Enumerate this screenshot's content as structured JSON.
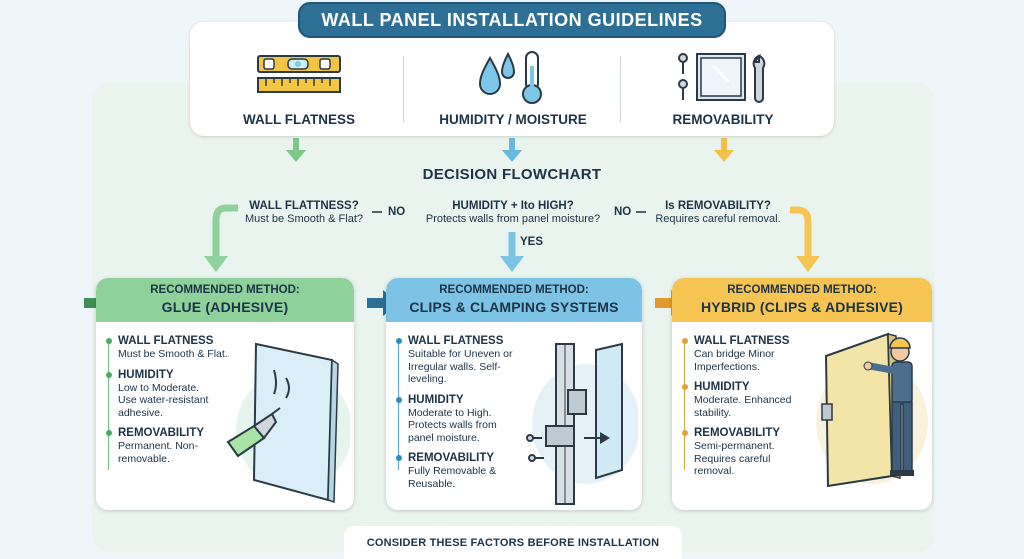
{
  "title": "WALL PANEL INSTALLATION GUIDELINES",
  "factors": [
    {
      "label": "WALL FLATNESS",
      "icon": "spirit-level-icon"
    },
    {
      "label": "HUMIDITY / MOISTURE",
      "icon": "water-drops-thermometer-icon"
    },
    {
      "label": "REMOVABILITY",
      "icon": "panel-screws-wrench-icon"
    }
  ],
  "flowchart": {
    "title": "DECISION FLOWCHART",
    "q1_title": "WALL FLATTNESS?",
    "q1_sub": "Must be Smooth & Flat?",
    "q1_no": "NO",
    "q2_title": "HUMIDITY + Ito HIGH?",
    "q2_sub": "Protects walls from panel moisture?",
    "q2_yes": "YES",
    "q3_no": "NO",
    "q3_title": "Is REMOVABILITY?",
    "q3_sub": "Requires careful removal."
  },
  "cards": [
    {
      "head1": "RECOMMENDED METHOD:",
      "head2": "GLUE (ADHESIVE)",
      "items": [
        {
          "title": "WALL FLATNESS",
          "text": "Must be Smooth & Flat."
        },
        {
          "title": "HUMIDITY",
          "text": "Low to Moderate. Use water-resistant adhesive."
        },
        {
          "title": "REMOVABILITY",
          "text": "Permanent. Non-removable."
        }
      ]
    },
    {
      "head1": "RECOMMENDED METHOD:",
      "head2": "CLIPS & CLAMPING SYSTEMS",
      "items": [
        {
          "title": "WALL FLATNESS",
          "text": "Suitable for Uneven or Irregular walls. Self-leveling."
        },
        {
          "title": "HUMIDITY",
          "text": "Moderate to High. Protects walls from panel moisture."
        },
        {
          "title": "REMOVABILITY",
          "text": "Fully Removable & Reusable."
        }
      ]
    },
    {
      "head1": "RECOMMENDED METHOD:",
      "head2": "HYBRID (CLIPS & ADHESIVE)",
      "items": [
        {
          "title": "WALL FLATNESS",
          "text": "Can bridge Minor Imperfections."
        },
        {
          "title": "HUMIDITY",
          "text": "Moderate. Enhanced stability."
        },
        {
          "title": "REMOVABILITY",
          "text": "Semi-permanent. Requires careful removal."
        }
      ]
    }
  ],
  "footer": "CONSIDER THESE FACTORS BEFORE INSTALLATION",
  "colors": {
    "title_blue": "#2d6f95",
    "green": "#8fd19a",
    "blue": "#7cc3e6",
    "orange": "#f6c453"
  }
}
